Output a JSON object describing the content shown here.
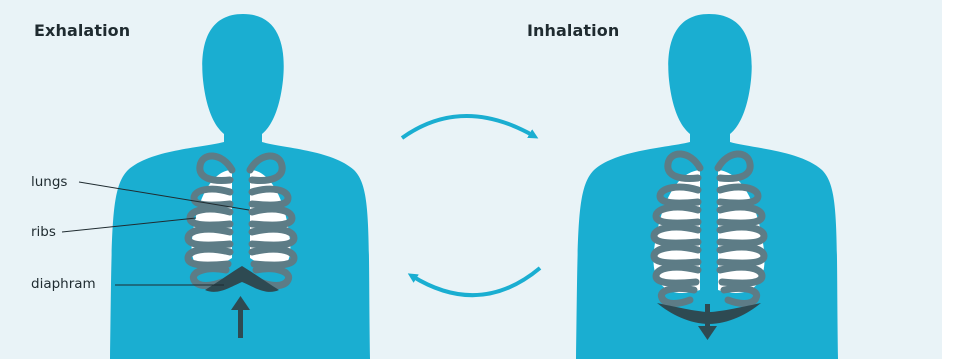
{
  "panels": {
    "left_title": "Exhalation",
    "right_title": "Inhalation"
  },
  "labels": {
    "lungs": "lungs",
    "ribs": "ribs",
    "diaphragm": "diaphram"
  },
  "colors": {
    "background": "#e9f3f7",
    "body": "#1aaed1",
    "lungs": "#ffffff",
    "ribs": "#5d7c86",
    "diaphragm": "#2e4a52",
    "cycle_arrow": "#1aaed1",
    "text": "#1f2b30"
  },
  "icons": {
    "left_movement": "arrow-up-icon",
    "right_movement": "arrow-down-icon",
    "cycle_top": "curved-arrow-right-icon",
    "cycle_bottom": "curved-arrow-left-icon"
  }
}
